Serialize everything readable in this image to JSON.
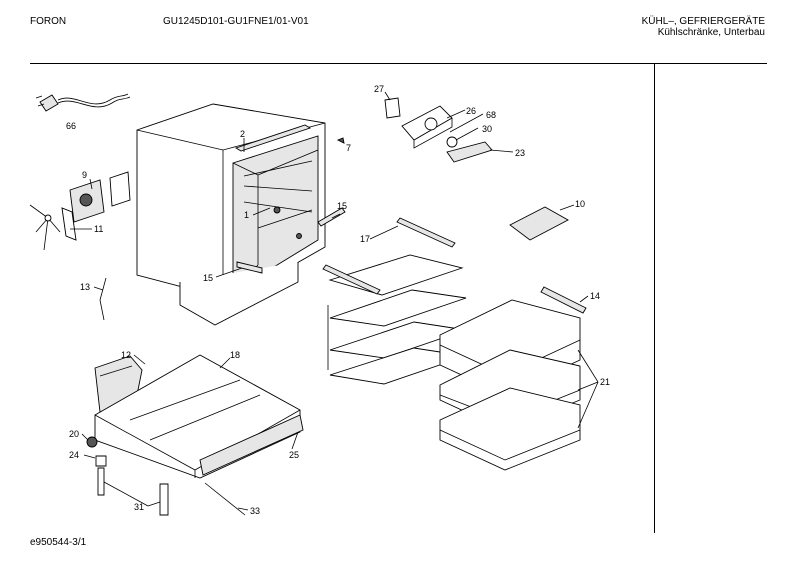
{
  "header": {
    "brand": "FORON",
    "model": "GU1245D101-GU1FNE1/01-V01",
    "category_line1": "KÜHL–, GEFRIERGERÄTE",
    "category_line2": "Kühlschränke, Unterbau"
  },
  "footer": {
    "drawing_id": "e950544-3/1"
  },
  "callouts": [
    "66",
    "2",
    "7",
    "27",
    "26",
    "68",
    "30",
    "23",
    "9",
    "11",
    "1",
    "15",
    "15",
    "17",
    "10",
    "13",
    "14",
    "12",
    "18",
    "21",
    "20",
    "24",
    "25",
    "31",
    "33"
  ]
}
